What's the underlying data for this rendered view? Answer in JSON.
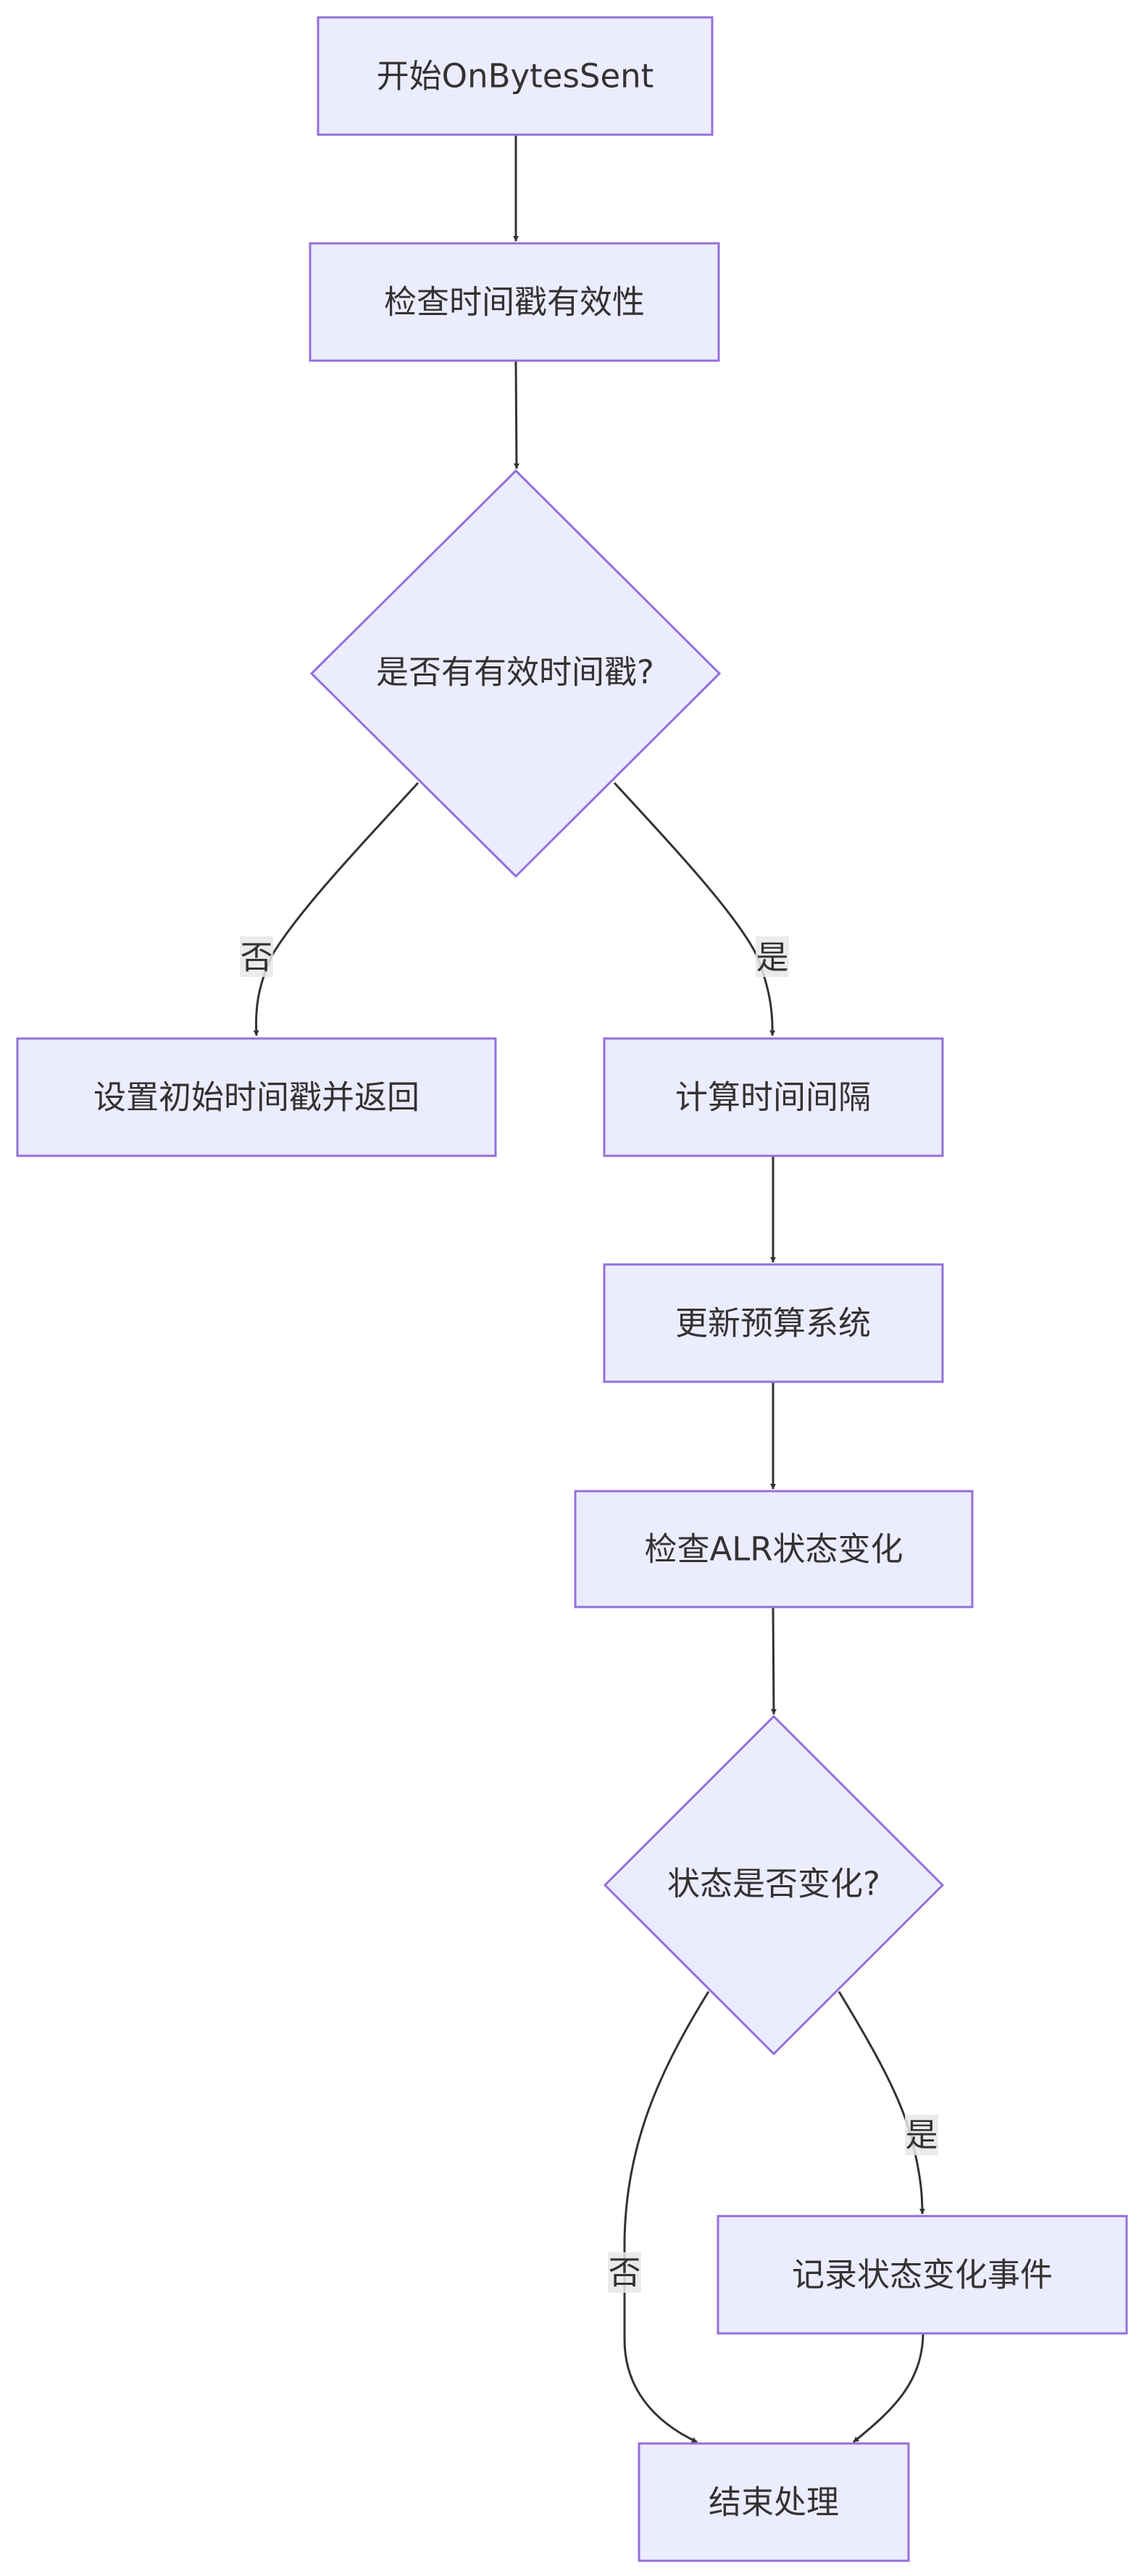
{
  "flowchart": {
    "nodes": {
      "start": "开始OnBytesSent",
      "check_timestamp": "检查时间戳有效性",
      "has_valid_timestamp": "是否有有效时间戳?",
      "set_initial": "设置初始时间戳并返回",
      "calc_interval": "计算时间间隔",
      "update_budget": "更新预算系统",
      "check_alr": "检查ALR状态变化",
      "state_changed": "状态是否变化?",
      "log_event": "记录状态变化事件",
      "end": "结束处理"
    },
    "edge_labels": {
      "no_timestamp": "否",
      "yes_timestamp": "是",
      "yes_changed": "是",
      "no_changed": "否"
    }
  },
  "colors": {
    "node_fill": "#ECECFF",
    "node_stroke": "#9370DB",
    "edge": "#333333",
    "text": "#333333",
    "edge_label_bg": "#e8e8e8"
  }
}
